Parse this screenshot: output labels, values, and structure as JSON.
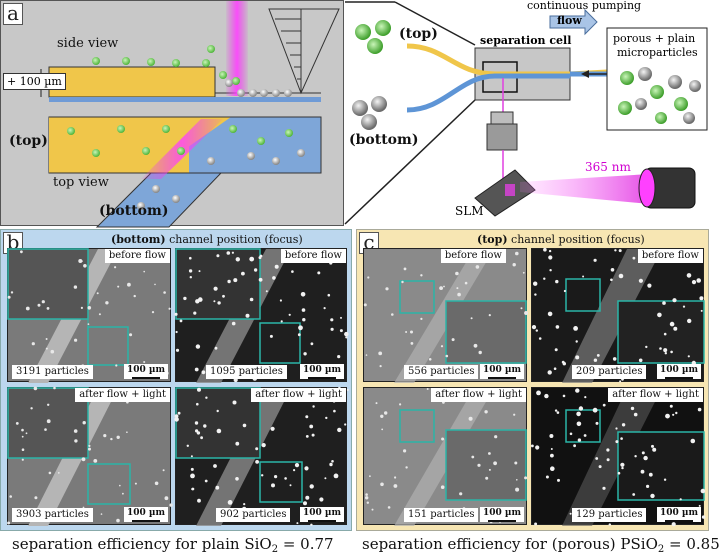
{
  "figure": {
    "panel_a": {
      "letter": "a",
      "side_view_label": "side view",
      "top_view_label": "top view",
      "height_label": "+ 100 µm",
      "top_label": "(top)",
      "bottom_label": "(bottom)",
      "flow_top_text": "continuous pumping",
      "flow_text": "flow",
      "cell_label": "separation cell",
      "particles_label_line1": "porous + plain",
      "particles_label_line2": "microparticles",
      "wavelength_label": "365 nm",
      "slm_label": "SLM",
      "right_top_label": "(top)",
      "right_bottom_label": "(bottom)"
    },
    "panel_b": {
      "letter": "b",
      "header_bold": "(bottom)",
      "header_rest": " channel position (focus)",
      "tiles": [
        {
          "tag": "before flow",
          "count": "3191 particles",
          "scale": "100 µm"
        },
        {
          "tag": "before flow",
          "count": "1095 particles",
          "scale": "100 µm"
        },
        {
          "tag": "after flow + light",
          "count": "3903 particles",
          "scale": "100 µm"
        },
        {
          "tag": "after flow + light",
          "count": "902 particles",
          "scale": "100 µm"
        }
      ],
      "caption_main": "separation efficiency for plain SiO",
      "caption_sub": "2",
      "caption_value": " = 0.77"
    },
    "panel_c": {
      "letter": "c",
      "header_bold": "(top)",
      "header_rest": " channel position (focus)",
      "tiles": [
        {
          "tag": "before flow",
          "count": "556 particles",
          "scale": "100 µm"
        },
        {
          "tag": "before flow",
          "count": "209 particles",
          "scale": "100 µm"
        },
        {
          "tag": "after flow + light",
          "count": "151 particles",
          "scale": "100 µm"
        },
        {
          "tag": "after flow + light",
          "count": "129 particles",
          "scale": "100 µm"
        }
      ],
      "caption_main": "separation efficiency for (porous) PSiO",
      "caption_sub": "2",
      "caption_value": " = 0.85"
    },
    "colors": {
      "channel_yellow": "#f0c64a",
      "channel_blue": "#7ea6d8",
      "laser_magenta": "#e040e0",
      "green_particle": "#7fd36a",
      "teal_inset": "#2bb5a8"
    }
  }
}
